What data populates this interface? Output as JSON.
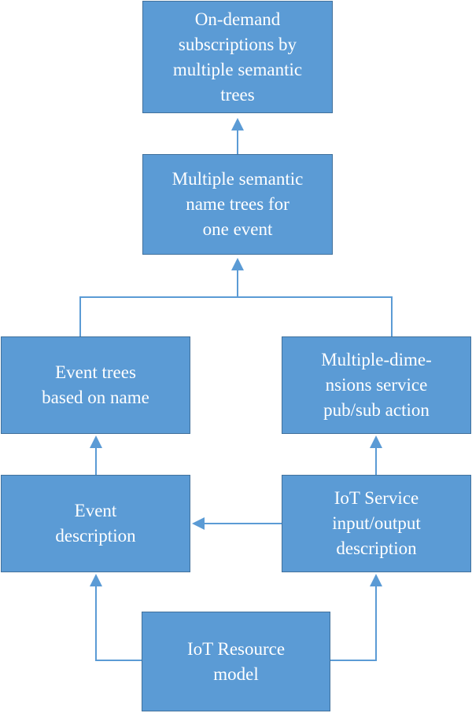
{
  "colors": {
    "box_fill": "#5b9bd5",
    "box_border": "#41719c",
    "connector": "#5b9bd5",
    "text": "#ffffff"
  },
  "nodes": {
    "on_demand_subscriptions": "On-demand\nsubscriptions by\nmultiple semantic\ntrees",
    "multiple_semantic_name_trees": "Multiple semantic\nname trees for\none event",
    "event_trees": "Event trees\nbased on name",
    "multi_dimension_pubsub": "Multiple-dime-\nnsions service\npub/sub action",
    "event_description": "Event\ndescription",
    "iot_service_io": "IoT Service\ninput/output\ndescription",
    "iot_resource_model": "IoT Resource\nmodel"
  },
  "edges": [
    {
      "from": "iot_resource_model",
      "to": "event_description"
    },
    {
      "from": "iot_resource_model",
      "to": "iot_service_io"
    },
    {
      "from": "iot_service_io",
      "to": "event_description"
    },
    {
      "from": "event_description",
      "to": "event_trees"
    },
    {
      "from": "iot_service_io",
      "to": "multi_dimension_pubsub"
    },
    {
      "from": "event_trees",
      "to": "multiple_semantic_name_trees"
    },
    {
      "from": "multi_dimension_pubsub",
      "to": "multiple_semantic_name_trees"
    },
    {
      "from": "multiple_semantic_name_trees",
      "to": "on_demand_subscriptions"
    }
  ]
}
